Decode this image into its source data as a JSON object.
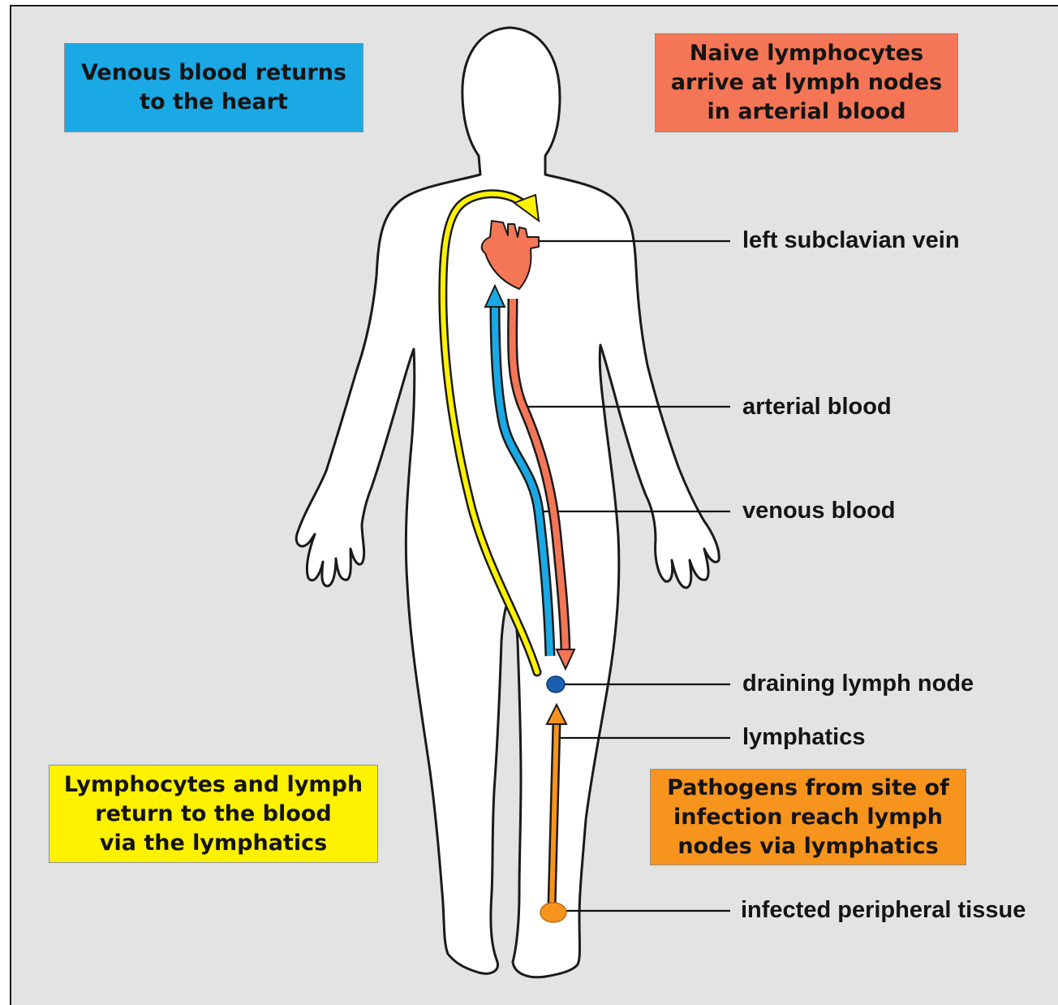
{
  "callouts": {
    "venous_return": "Venous blood returns\nto the heart",
    "naive_lymphocytes": "Naive lymphocytes\narrive at lymph nodes\nin arterial blood",
    "lymph_return": "Lymphocytes and lymph\nreturn to the blood\nvia the lymphatics",
    "pathogens": "Pathogens from site of\ninfection reach lymph\nnodes via lymphatics"
  },
  "labels": {
    "subclavian": "left subclavian vein",
    "arterial": "arterial blood",
    "venous": "venous blood",
    "lymph_node": "draining lymph node",
    "lymphatics": "lymphatics",
    "infected_tissue": "infected peripheral tissue"
  },
  "colors": {
    "background": "#e3e3e4",
    "venous_box": "#1aa9e5",
    "naive_box": "#f47656",
    "lymph_box": "#fff200",
    "pathogen_box": "#f7941e",
    "venous_vessel": "#1aa9e5",
    "arterial_vessel": "#f47656",
    "lymphatic_vessel": "#fff200",
    "peripheral_lymphatic": "#f7941e",
    "heart": "#f47656",
    "lymph_node": "#1c5fae"
  }
}
